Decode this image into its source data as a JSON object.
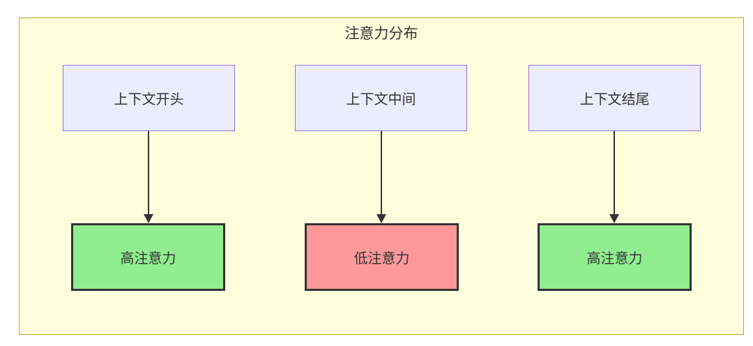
{
  "diagram": {
    "title": "注意力分布",
    "top_nodes": [
      {
        "label": "上下文开头"
      },
      {
        "label": "上下文中间"
      },
      {
        "label": "上下文结尾"
      }
    ],
    "bottom_nodes": [
      {
        "label": "高注意力",
        "level": "high"
      },
      {
        "label": "低注意力",
        "level": "low"
      },
      {
        "label": "高注意力",
        "level": "high"
      }
    ],
    "edges": [
      {
        "from": "上下文开头",
        "to": "高注意力"
      },
      {
        "from": "上下文中间",
        "to": "低注意力"
      },
      {
        "from": "上下文结尾",
        "to": "高注意力"
      }
    ],
    "colors": {
      "cluster_fill": "#ffffde",
      "cluster_stroke": "#aaaa33",
      "context_node_fill": "#ececff",
      "context_node_stroke": "#9370db",
      "high_attention_fill": "#90ee90",
      "low_attention_fill": "#ff9999",
      "attention_node_stroke": "#333333",
      "edge_color": "#333333",
      "text_color": "#333333"
    }
  }
}
